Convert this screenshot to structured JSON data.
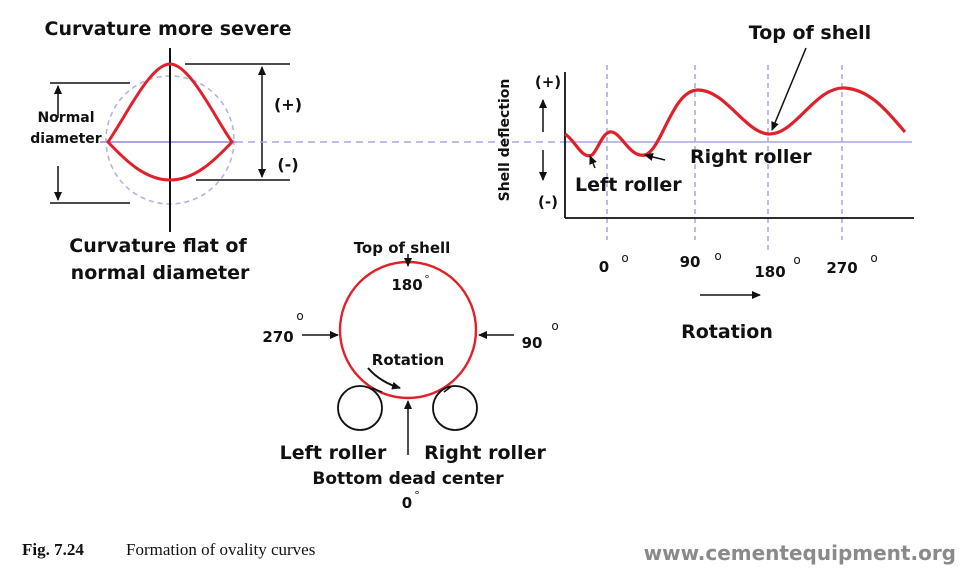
{
  "left_diagram": {
    "top_label": "Curvature more severe",
    "normal_line1": "Normal",
    "normal_line2": "diameter",
    "plus_sign": "(+)",
    "minus_sign": "(-)",
    "bottom_line1": "Curvature flat of",
    "bottom_line2": "normal diameter"
  },
  "deflection_graph": {
    "ylabel": "Shell deflection",
    "y_plus": "(+)",
    "y_minus": "(-)",
    "annotations": {
      "top_of_shell": "Top of shell",
      "right_roller": "Right roller",
      "left_roller": "Left roller"
    },
    "ticks": [
      {
        "value": "0",
        "deg": "o"
      },
      {
        "value": "90",
        "deg": "o"
      },
      {
        "value": "180",
        "deg": "o"
      },
      {
        "value": "270",
        "deg": "o"
      }
    ],
    "xlabel": "Rotation"
  },
  "shell_diagram": {
    "top_label": "Top of shell",
    "top_angle": "180",
    "top_angle_deg": "°",
    "left_angle": "270",
    "left_angle_deg": "o",
    "right_angle": "90",
    "right_angle_deg": "o",
    "rotation": "Rotation",
    "left_roller": "Left roller",
    "right_roller": "Right roller",
    "bottom_label": "Bottom dead center",
    "bottom_angle": "0",
    "bottom_angle_deg": "°"
  },
  "caption": {
    "fig": "Fig. 7.24",
    "text": "Formation of ovality curves"
  },
  "watermark": "www.cementequipment.org",
  "colors": {
    "curve": "#e0202a",
    "reference": "#a9a6e0",
    "ink": "#111111"
  }
}
